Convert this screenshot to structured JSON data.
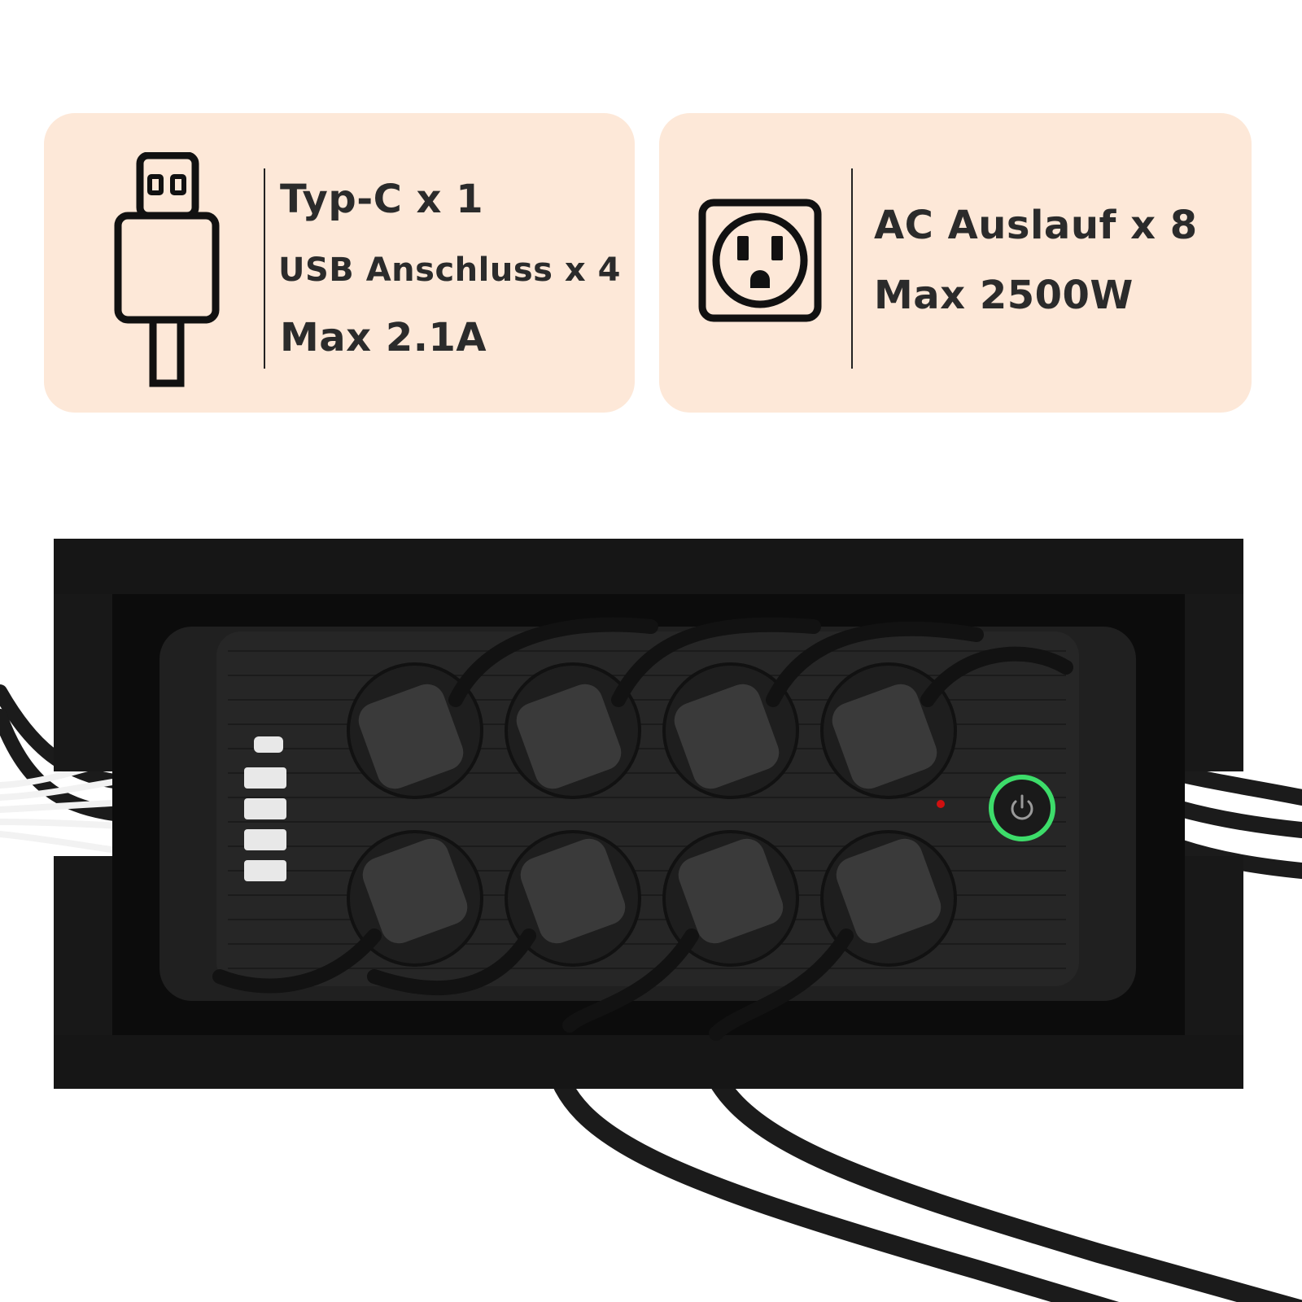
{
  "usb_card": {
    "icon": "usb-plug-icon",
    "lines": [
      "Typ-C x 1",
      "USB Anschluss x 4",
      "Max 2.1A"
    ]
  },
  "ac_card": {
    "icon": "ac-outlet-icon",
    "lines": [
      "AC Auslauf x 8",
      "Max 2500W"
    ]
  },
  "colors": {
    "card_bg": "#fde8d8",
    "text": "#2b2b2b",
    "box": "#141414",
    "power_ring": "#3ddc6a"
  },
  "product": {
    "outlet_count": 8,
    "usb_port_count": 5
  }
}
